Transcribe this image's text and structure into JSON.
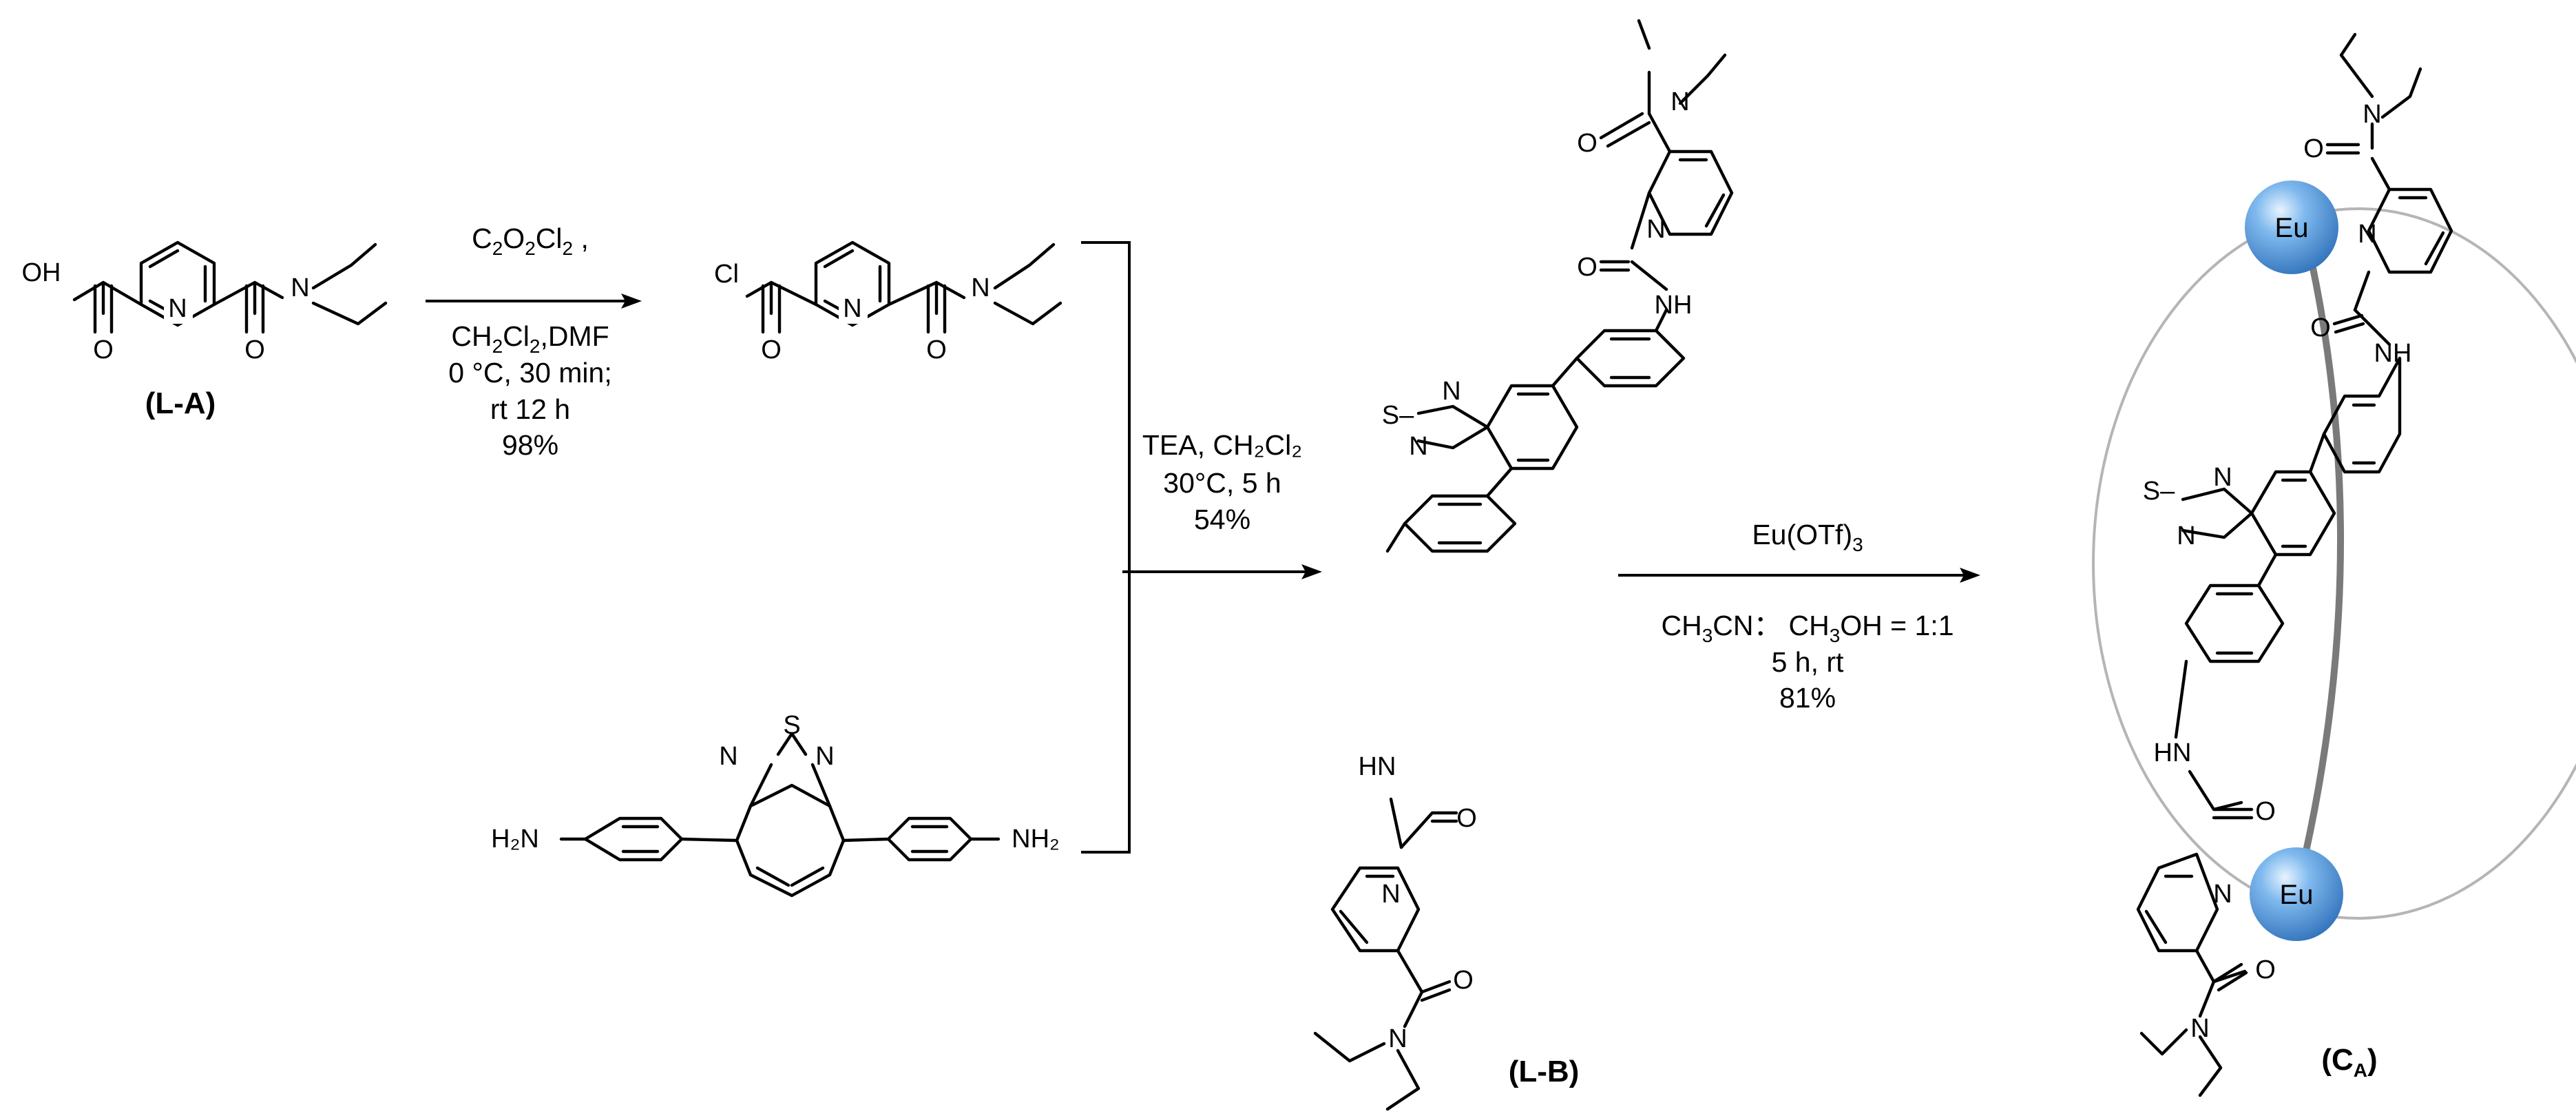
{
  "compounds": {
    "la": "(L-A)",
    "lb": "(L-B)",
    "ca": "C",
    "ca_sub": "A"
  },
  "step1": {
    "reagent": [
      "C",
      "2",
      "O",
      "2",
      "Cl",
      "2",
      " ,"
    ],
    "solvent": [
      "CH",
      "2",
      "Cl",
      "2",
      ",DMF"
    ],
    "temp": "0 °C, 30 min;",
    "time": "rt 12 h",
    "yield": "98%"
  },
  "step2": {
    "cond1": "TEA, CH₂Cl₂",
    "cond2": "30°C, 5 h",
    "yield": "54%"
  },
  "step3": {
    "reagent": [
      "Eu(OTf)",
      "3"
    ],
    "solvent": [
      "CH",
      "3",
      "CN：",
      "CH",
      "3",
      "OH = 1:1"
    ],
    "time": "5 h, rt",
    "yield": "81%"
  },
  "atoms": {
    "oh": "OH",
    "o": "O",
    "n": "N",
    "cl": "Cl",
    "s": "S",
    "nh": "NH",
    "hn": "HN",
    "h2n": "H₂N",
    "nh2": "NH₂",
    "s_dash": "S–",
    "eu": "Eu"
  },
  "colors": {
    "eu_sphere": "#4a90d9",
    "eu_highlight": "#d6ecff",
    "ring": "#b5b5b5",
    "bridge": "#7a7a7a"
  }
}
